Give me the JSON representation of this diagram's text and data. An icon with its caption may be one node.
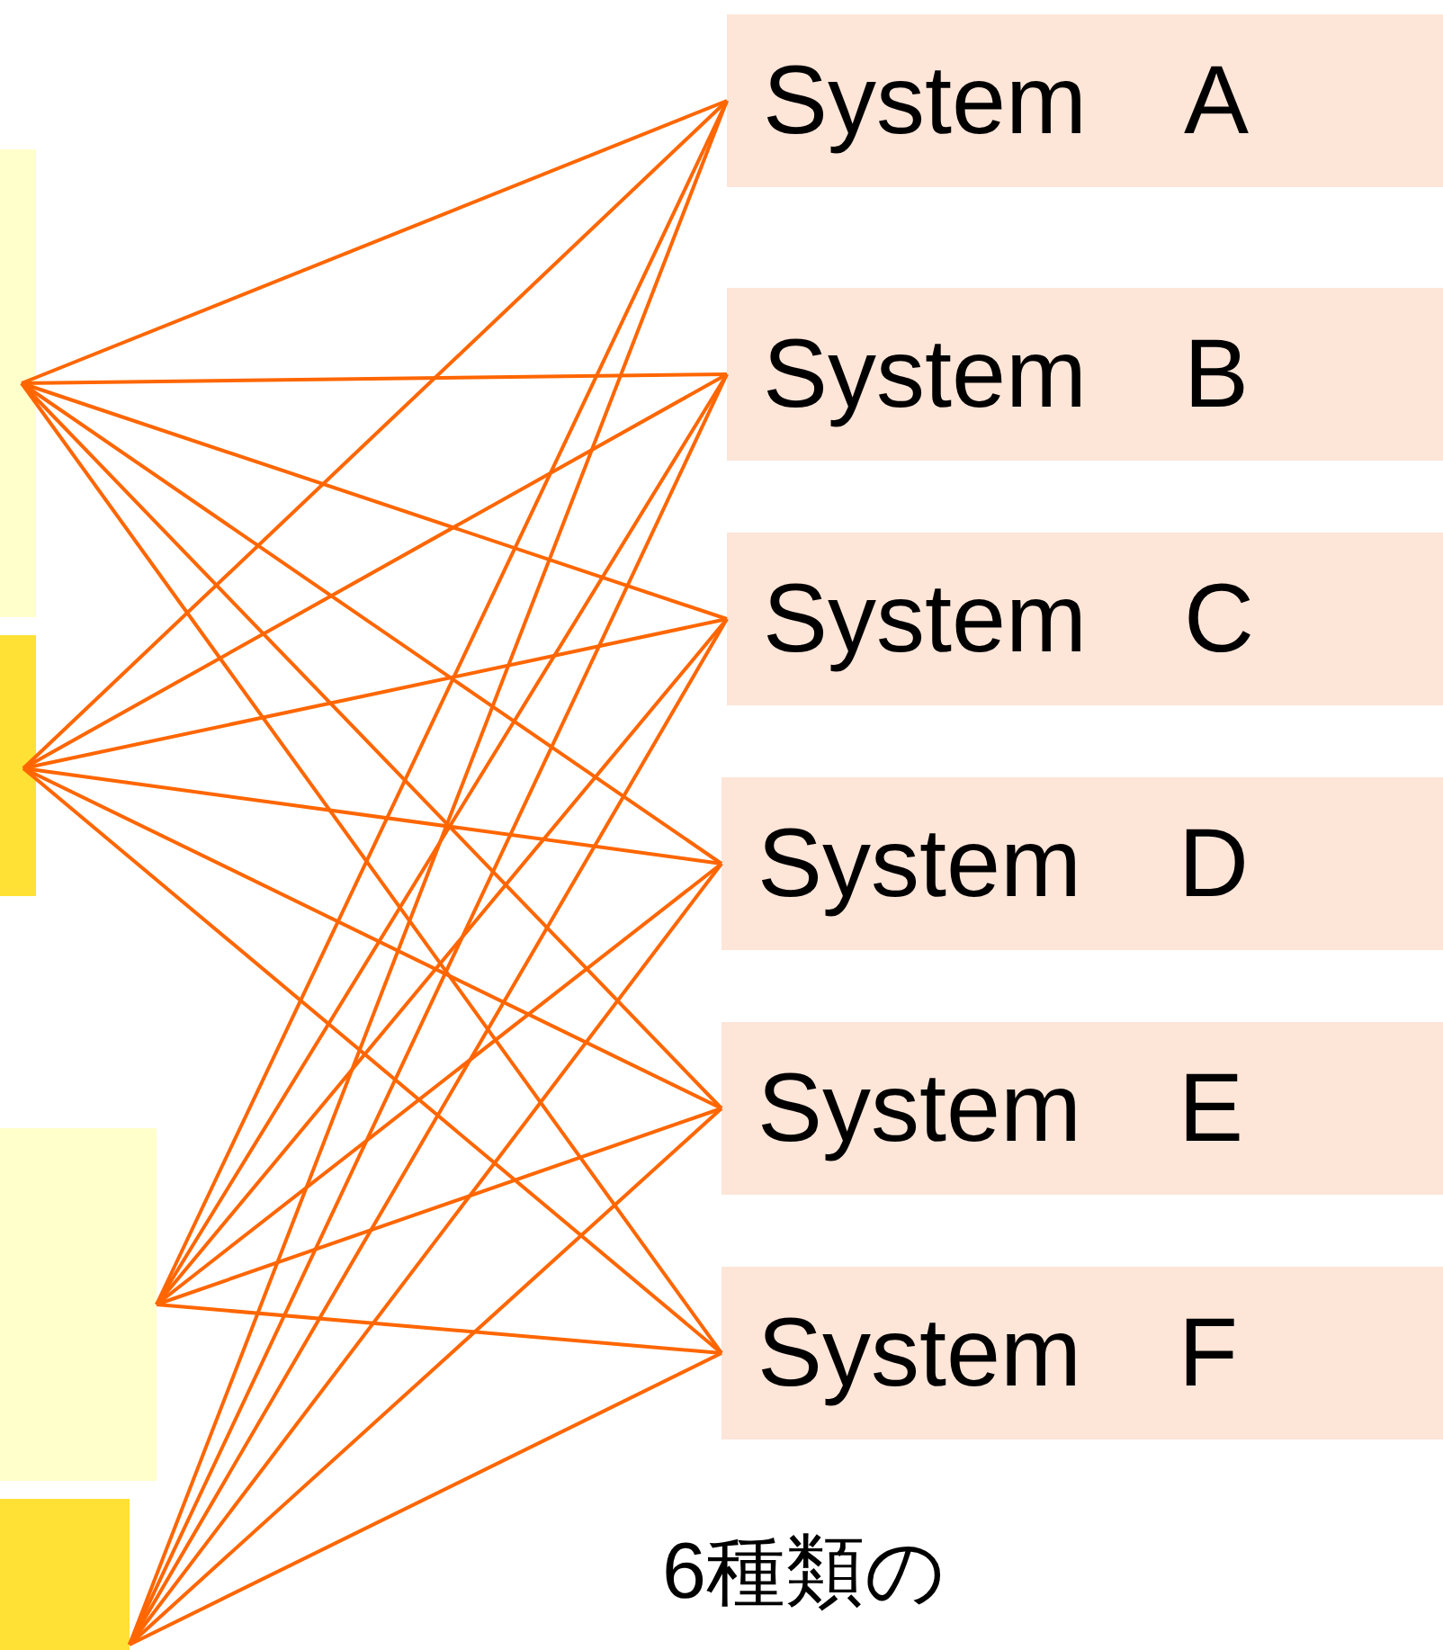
{
  "diagram": {
    "nodes": [
      {
        "text": [],
        "shape": "box"
      },
      {
        "text": [],
        "shape": "box"
      },
      {
        "text": [],
        "shape": "box"
      },
      {
        "text": [],
        "shape": "box"
      },
      {
        "text": [
          "System　A"
        ]
      },
      {
        "text": [
          "System　B"
        ]
      },
      {
        "text": [
          "System　C"
        ]
      },
      {
        "text": [
          "System　D"
        ]
      },
      {
        "text": [
          "System　E"
        ]
      },
      {
        "text": [
          "System　F"
        ]
      }
    ],
    "edges": [
      {
        "from": 0,
        "to": 4,
        "arrow": "none"
      },
      {
        "from": 0,
        "to": 5,
        "arrow": "none"
      },
      {
        "from": 0,
        "to": 6,
        "arrow": "none"
      },
      {
        "from": 0,
        "to": 7,
        "arrow": "none"
      },
      {
        "from": 0,
        "to": 8,
        "arrow": "none"
      },
      {
        "from": 0,
        "to": 9,
        "arrow": "none"
      },
      {
        "from": 1,
        "to": 4,
        "arrow": "none"
      },
      {
        "from": 1,
        "to": 5,
        "arrow": "none"
      },
      {
        "from": 1,
        "to": 6,
        "arrow": "none"
      },
      {
        "from": 1,
        "to": 7,
        "arrow": "none"
      },
      {
        "from": 1,
        "to": 8,
        "arrow": "none"
      },
      {
        "from": 1,
        "to": 9,
        "arrow": "none"
      },
      {
        "from": 2,
        "to": 4,
        "arrow": "none"
      },
      {
        "from": 2,
        "to": 5,
        "arrow": "none"
      },
      {
        "from": 2,
        "to": 6,
        "arrow": "none"
      },
      {
        "from": 2,
        "to": 7,
        "arrow": "none"
      },
      {
        "from": 2,
        "to": 8,
        "arrow": "none"
      },
      {
        "from": 2,
        "to": 9,
        "arrow": "none"
      },
      {
        "from": 3,
        "to": 4,
        "arrow": "none"
      },
      {
        "from": 3,
        "to": 5,
        "arrow": "none"
      },
      {
        "from": 3,
        "to": 6,
        "arrow": "none"
      },
      {
        "from": 3,
        "to": 7,
        "arrow": "none"
      },
      {
        "from": 3,
        "to": 8,
        "arrow": "none"
      },
      {
        "from": 3,
        "to": 9,
        "arrow": "none"
      }
    ],
    "labels": [
      "6種類の"
    ]
  }
}
